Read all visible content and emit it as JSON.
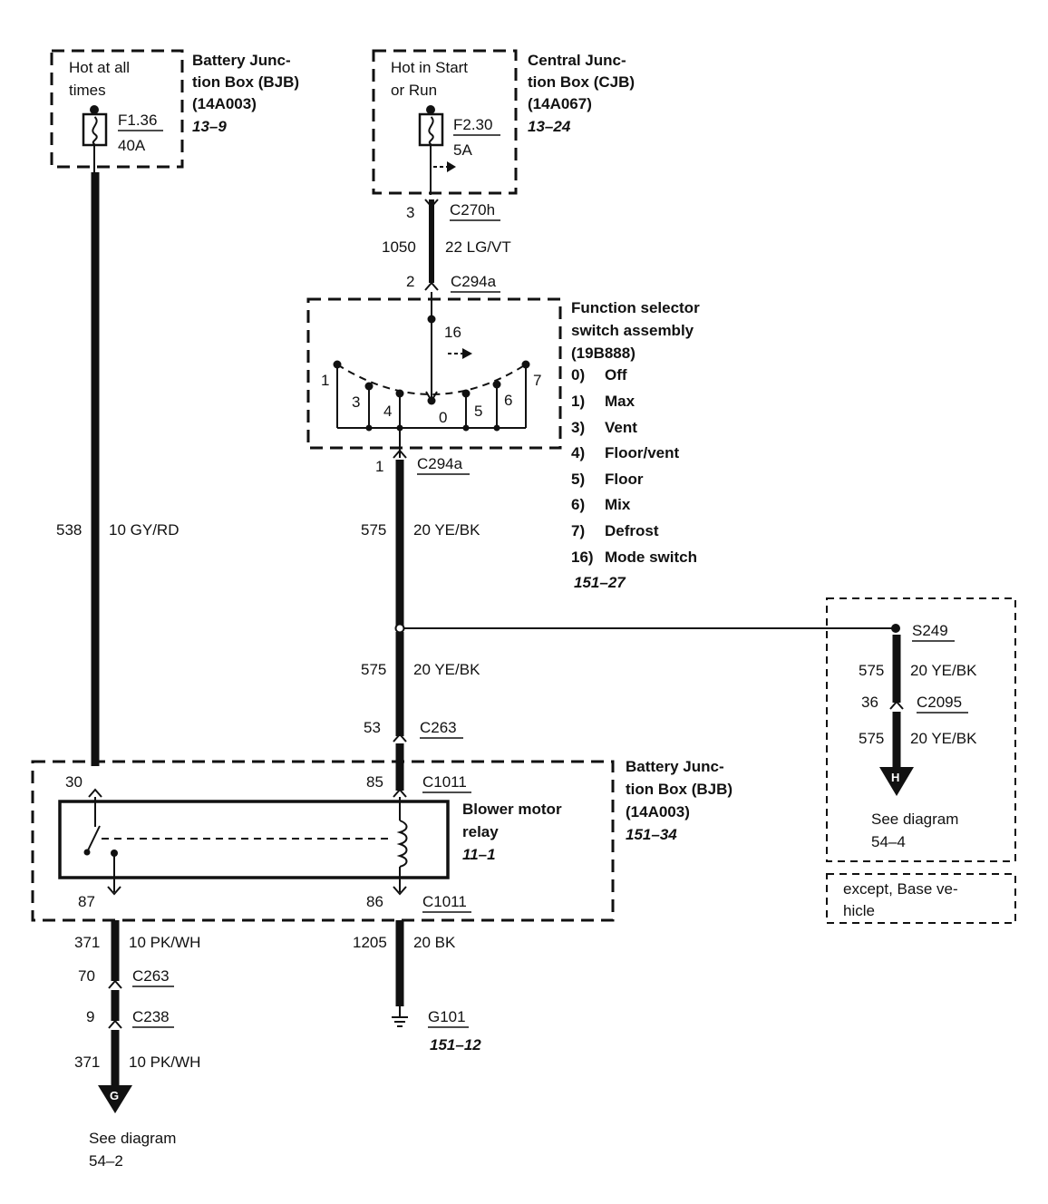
{
  "bjb_top": {
    "note_line1": "Hot at all",
    "note_line2": "times",
    "fuse_id": "F1.36",
    "fuse_rating": "40A",
    "title_line1": "Battery Junc-",
    "title_line2": "tion Box (BJB)",
    "part_number": "(14A003)",
    "ref": "13–9"
  },
  "cjb": {
    "note_line1": "Hot in Start",
    "note_line2": "or Run",
    "fuse_id": "F2.30",
    "fuse_rating": "5A",
    "title_line1": "Central Junc-",
    "title_line2": "tion Box (CJB)",
    "part_number": "(14A067)",
    "ref": "13–24"
  },
  "wire_cjb_out": {
    "pin_top": "3",
    "connector_top": "C270h",
    "circuit": "1050",
    "gauge_color": "22 LG/VT",
    "pin_bottom": "2",
    "connector_bottom": "C294a"
  },
  "function_switch": {
    "title_line1": "Function selector",
    "title_line2": "switch assembly",
    "part_number": "(19B888)",
    "wiper_label": "16",
    "positions": [
      "1",
      "3",
      "4",
      "0",
      "5",
      "6",
      "7"
    ],
    "legend": [
      {
        "num": "0)",
        "label": "Off"
      },
      {
        "num": "1)",
        "label": "Max"
      },
      {
        "num": "3)",
        "label": "Vent"
      },
      {
        "num": "4)",
        "label": "Floor/vent"
      },
      {
        "num": "5)",
        "label": "Floor"
      },
      {
        "num": "6)",
        "label": "Mix"
      },
      {
        "num": "7)",
        "label": "Defrost"
      },
      {
        "num": "16)",
        "label": "Mode switch"
      }
    ],
    "ref": "151–27",
    "out_pin": "1",
    "out_connector": "C294a"
  },
  "wire_538": {
    "circuit": "538",
    "gauge_color": "10 GY/RD"
  },
  "wire_575_upper": {
    "circuit": "575",
    "gauge_color": "20 YE/BK"
  },
  "wire_575_lower": {
    "circuit": "575",
    "gauge_color": "20 YE/BK",
    "pin": "53",
    "connector": "C263"
  },
  "right_branch": {
    "splice": "S249",
    "circuit_a": "575",
    "gauge_color_a": "20 YE/BK",
    "pin": "36",
    "connector": "C2095",
    "circuit_b": "575",
    "gauge_color_b": "20 YE/BK",
    "arrow_letter": "H",
    "see_line1": "See diagram",
    "see_line2": "54–4",
    "condition_line1": "except, Base ve-",
    "condition_line2": "hicle"
  },
  "bjb_bottom": {
    "pin_30": "30",
    "pin_85": "85",
    "connector_top": "C1011",
    "pin_87": "87",
    "pin_86": "86",
    "connector_bottom": "C1011",
    "relay_line1": "Blower motor",
    "relay_line2": "relay",
    "relay_ref": "11–1",
    "title_line1": "Battery Junc-",
    "title_line2": "tion Box (BJB)",
    "part_number": "(14A003)",
    "ref": "151–34"
  },
  "wire_371": {
    "circuit_a": "371",
    "gauge_color_a": "10 PK/WH",
    "pin_a": "70",
    "connector_a": "C263",
    "pin_b": "9",
    "connector_b": "C238",
    "circuit_b": "371",
    "gauge_color_b": "10 PK/WH",
    "arrow_letter": "G",
    "see_line1": "See diagram",
    "see_line2": "54–2"
  },
  "wire_1205": {
    "circuit": "1205",
    "gauge_color": "20 BK",
    "ground": "G101",
    "ref": "151–12"
  }
}
